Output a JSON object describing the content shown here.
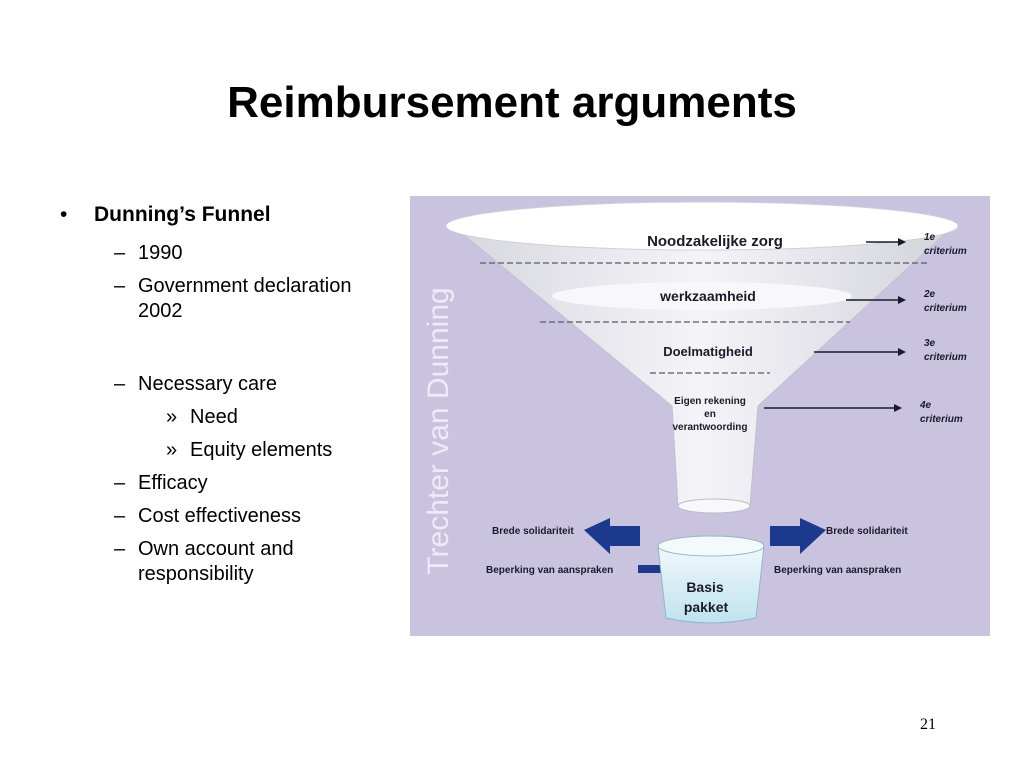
{
  "slide": {
    "title": "Reimbursement arguments",
    "page_number": "21"
  },
  "bullets": {
    "heading": "Dunning’s Funnel",
    "items": [
      "1990",
      "Government declaration",
      "2002",
      "Necessary care",
      "Need",
      "Equity elements",
      "Efficacy",
      "Cost effectiveness",
      "Own account and",
      "responsibility"
    ],
    "markers": {
      "l1": "•",
      "l2": "–",
      "l3": "»"
    }
  },
  "diagram": {
    "side_title": "Trechter van Dunning",
    "levels": [
      {
        "label": "Noodzakelijke zorg",
        "criterion": [
          "1e",
          "criterium"
        ]
      },
      {
        "label": "werkzaamheid",
        "criterion": [
          "2e",
          "criterium"
        ]
      },
      {
        "label": "Doelmatigheid",
        "criterion": [
          "3e",
          "criterium"
        ]
      },
      {
        "label": [
          "Eigen rekening",
          "en",
          "verantwoording"
        ],
        "criterion": [
          "4e",
          "criterium"
        ]
      }
    ],
    "left_labels": [
      "Brede solidariteit",
      "Beperking van aanspraken"
    ],
    "right_labels": [
      "Brede solidariteit",
      "Beperking van aanspraken"
    ],
    "basket": [
      "Basis",
      "pakket"
    ],
    "colors": {
      "background": "#c9c3e0",
      "funnel": "#ececf2",
      "arrow": "#1b3a8e",
      "text": "#1a1a2a"
    }
  }
}
